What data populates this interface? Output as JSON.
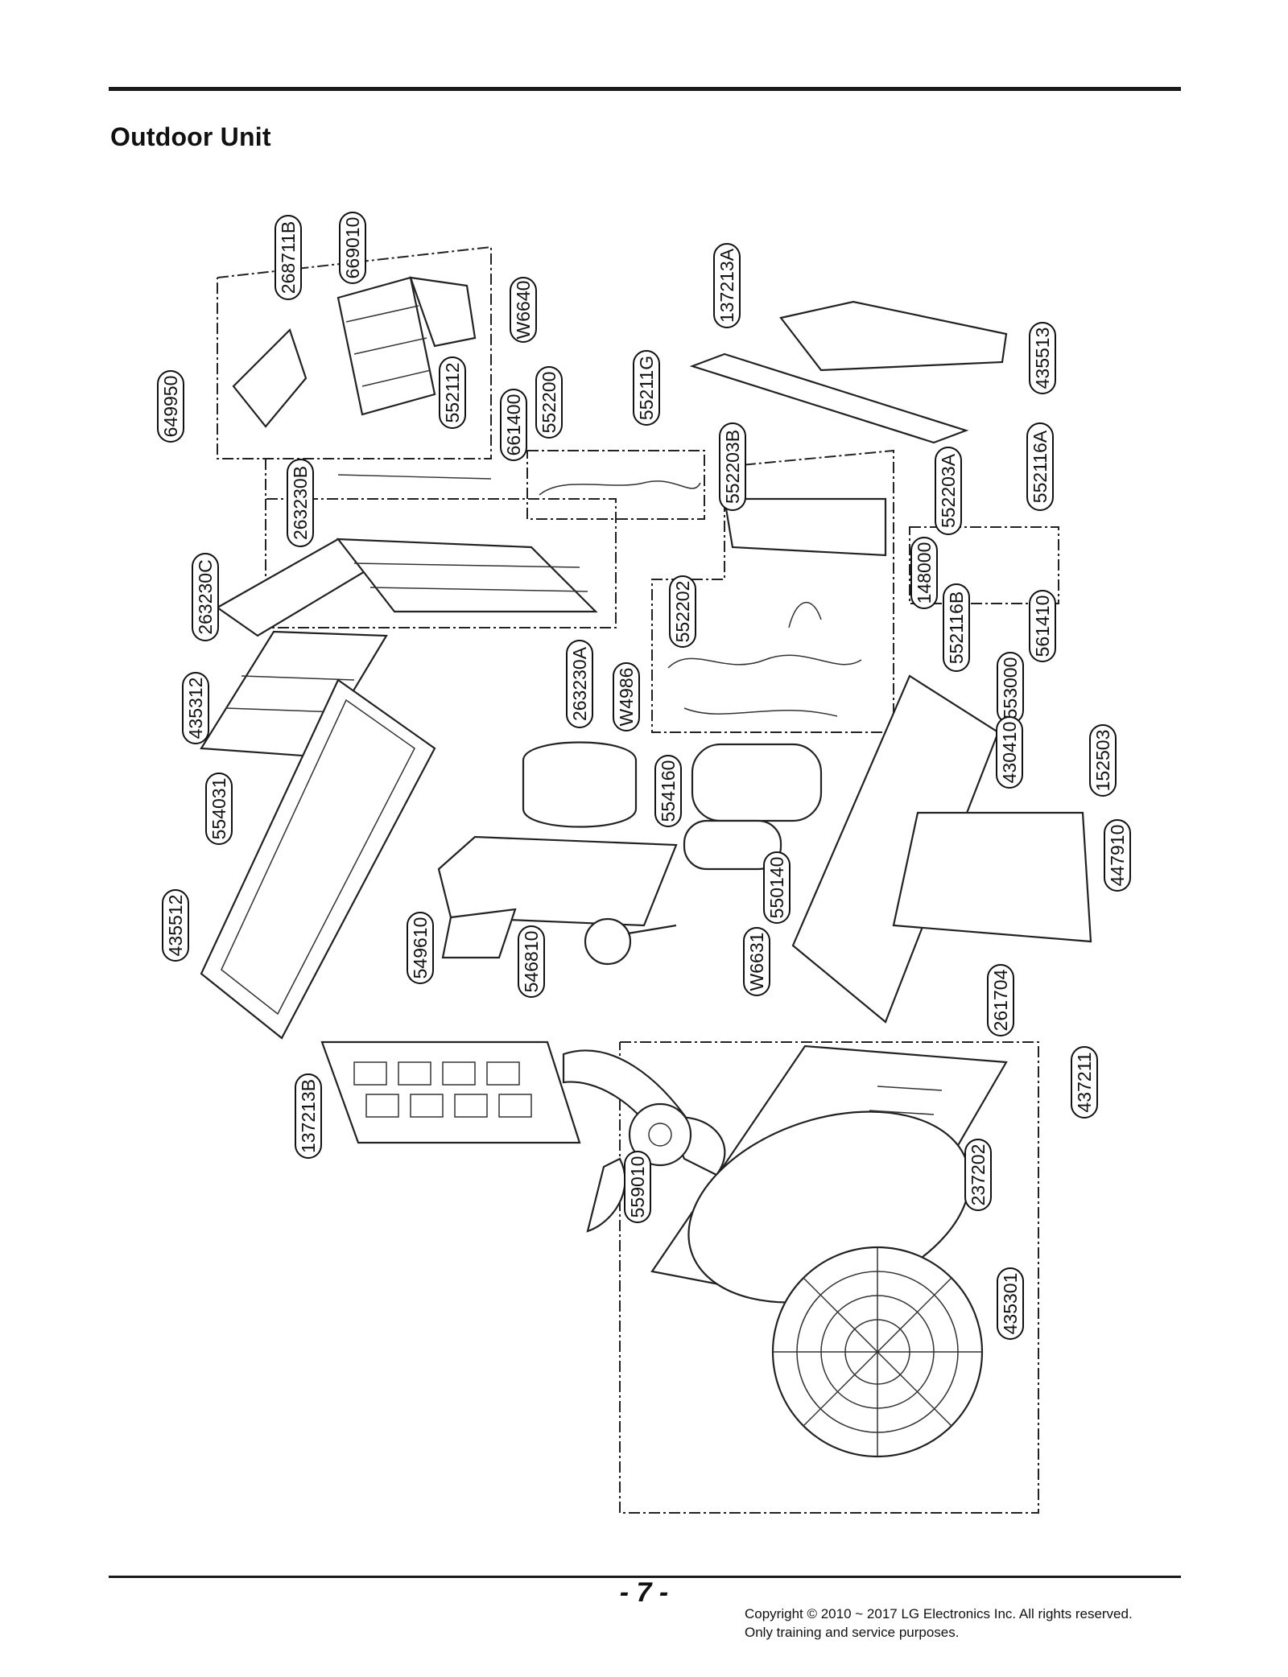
{
  "header": {
    "title": "Outdoor Unit"
  },
  "footer": {
    "page_number": "- 7 -",
    "copyright_line1": "Copyright © 2010 ~ 2017 LG Electronics Inc. All rights reserved.",
    "copyright_line2": "Only training and service purposes."
  },
  "callouts": [
    "268711B",
    "669010",
    "W6640",
    "649950",
    "552112",
    "661400",
    "552200",
    "55211G",
    "137213A",
    "435513",
    "552203B",
    "552203A",
    "552116A",
    "263230B",
    "148000",
    "263230C",
    "552202",
    "552116B",
    "561410",
    "435312",
    "263230A",
    "W4986",
    "553000",
    "554031",
    "554160",
    "430410",
    "152503",
    "447910",
    "550140",
    "435512",
    "549610",
    "546810",
    "W6631",
    "261704",
    "137213B",
    "437211",
    "559010",
    "237202",
    "435301"
  ]
}
